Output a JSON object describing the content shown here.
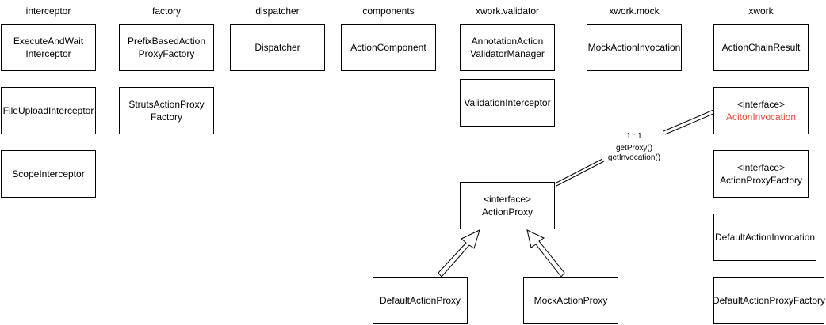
{
  "columns": {
    "interceptor": "interceptor",
    "factory": "factory",
    "dispatcher": "dispatcher",
    "components": "components",
    "xwork_validator": "xwork.validator",
    "xwork_mock": "xwork.mock",
    "xwork": "xwork"
  },
  "boxes": {
    "execute_and_wait": {
      "line1": "ExecuteAndWait",
      "line2": "Interceptor"
    },
    "file_upload": {
      "line1": "FileUploadInterceptor"
    },
    "scope": {
      "line1": "ScopeInterceptor"
    },
    "prefix_based_factory": {
      "line1": "PrefixBasedAction",
      "line2": "ProxyFactory"
    },
    "struts_factory": {
      "line1": "StrutsActionProxy",
      "line2": "Factory"
    },
    "dispatcher": {
      "line1": "Dispatcher"
    },
    "action_component": {
      "line1": "ActionComponent"
    },
    "annotation_validator": {
      "line1": "AnnotationAction",
      "line2": "ValidatorManager"
    },
    "validation_interceptor": {
      "line1": "ValidationInterceptor"
    },
    "mock_invocation": {
      "line1": "MockActionInvocation"
    },
    "action_chain_result": {
      "line1": "ActionChainResult"
    },
    "action_invocation": {
      "line1": "<interface>",
      "line2": "AcitonInvocation"
    },
    "action_proxy_factory": {
      "line1": "<interface>",
      "line2": "ActionProxyFactory"
    },
    "default_action_invocation": {
      "line1": "DefaultActionInvocation"
    },
    "default_action_proxy_factory": {
      "line1": "DefaultActionProxyFactory"
    },
    "action_proxy": {
      "line1": "<interface>",
      "line2": "ActionProxy"
    },
    "default_action_proxy": {
      "line1": "DefaultActionProxy"
    },
    "mock_action_proxy": {
      "line1": "MockActionProxy"
    }
  },
  "association": {
    "multiplicity": "1  :  1",
    "method1": "getProxy()",
    "method2": "getInvocation()"
  },
  "colors": {
    "line": "#000000",
    "highlight": "#e8473c"
  }
}
